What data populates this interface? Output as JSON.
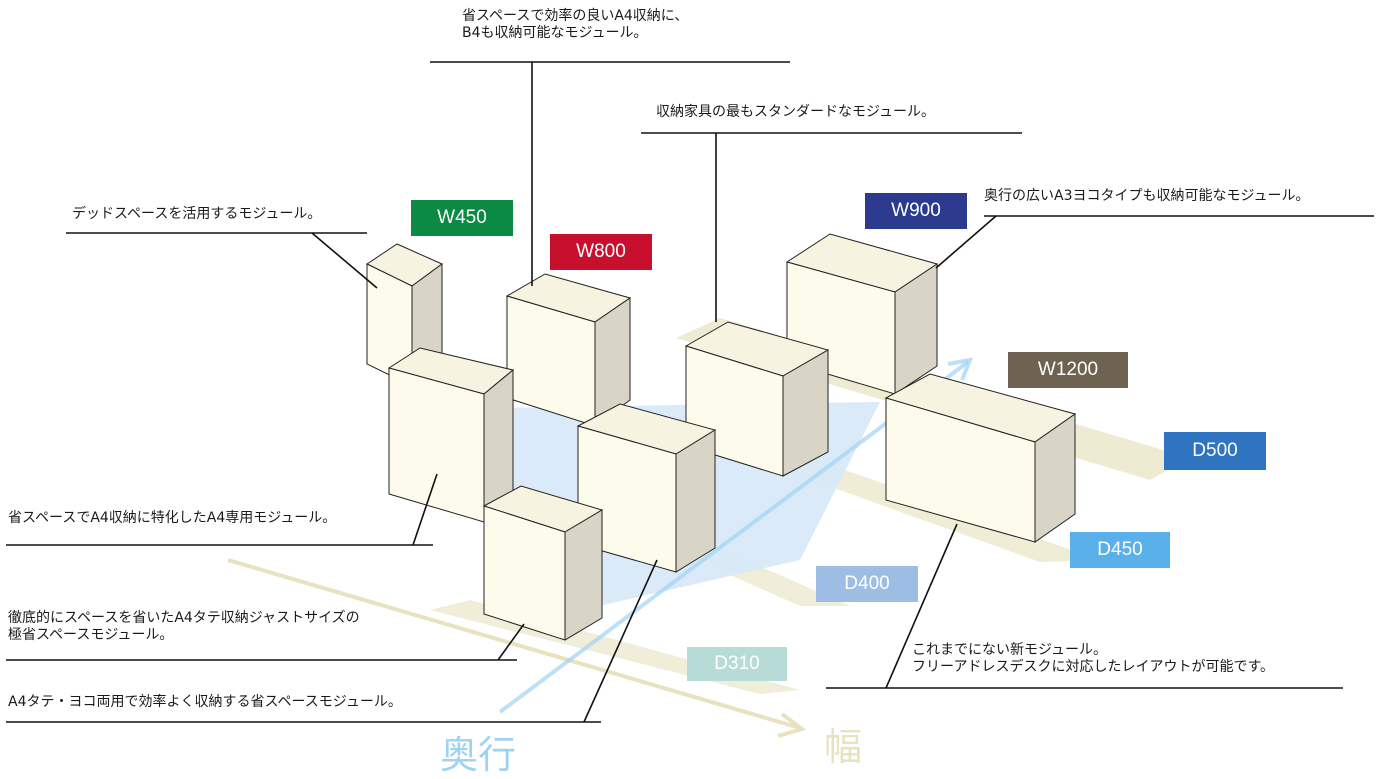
{
  "notes": {
    "a4_module_top": [
      "省スペースで効率の良いA4収納に、",
      "B4も収納可能なモジュール。"
    ],
    "standard": [
      "収納家具の最もスタンダードなモジュール。"
    ],
    "dead_space": [
      "デッドスペースを活用するモジュール。"
    ],
    "a3_yoko": [
      "奥行の広いA3ヨコタイプも収納可能なモジュール。"
    ],
    "a4_dedicated": [
      "省スペースでA4収納に特化したA4専用モジュール。"
    ],
    "tate_just": [
      "徹底的にスペースを省いたA4タテ収納ジャストサイズの",
      "極省スペースモジュール。"
    ],
    "tate_yoko": [
      "A4タテ・ヨコ両用で効率よく収納する省スペースモジュール。"
    ],
    "new_module": [
      "これまでにない新モジュール。",
      "フリーアドレスデスクに対応したレイアウトが可能です。"
    ]
  },
  "width_tags": {
    "w450": {
      "label": "W450",
      "color": "#0b8a43"
    },
    "w800": {
      "label": "W800",
      "color": "#c8102e"
    },
    "w900": {
      "label": "W900",
      "color": "#2b3a8c"
    },
    "w1200": {
      "label": "W1200",
      "color": "#6e6250"
    }
  },
  "depth_tags": {
    "d500": {
      "label": "D500",
      "color": "#2f74c0"
    },
    "d450": {
      "label": "D450",
      "color": "#5ab0ea"
    },
    "d400": {
      "label": "D400",
      "color": "#9dbde4"
    },
    "d310": {
      "label": "D310",
      "color": "#b7dcd8"
    }
  },
  "axes": {
    "depth_label": "奥行",
    "width_label": "幅",
    "depth_color": "#9fd3f3",
    "width_color": "#e8e2bf"
  },
  "colors": {
    "box_front": "#fdfbeb",
    "box_side": "#d9d5c6",
    "box_top": "#f6f3e0",
    "band": "#ebe8cb",
    "floor": "#d6e8f8"
  }
}
